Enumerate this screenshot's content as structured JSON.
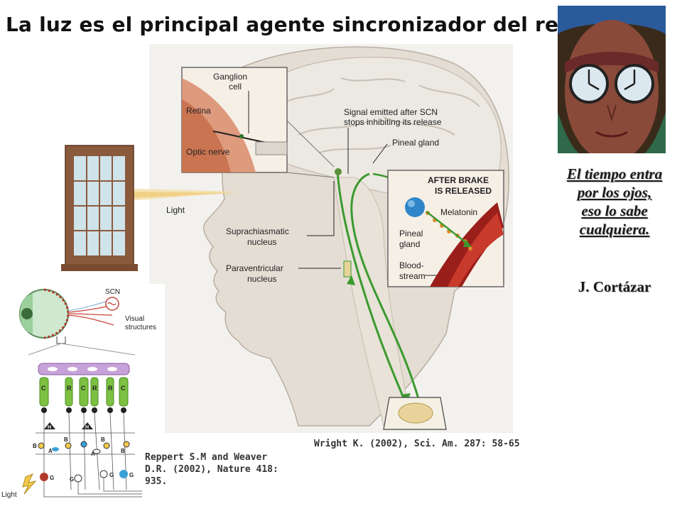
{
  "slide": {
    "title": "La luz es el principal agente sincronizador del reloj",
    "quote_lines": [
      "El tiempo entra",
      "por los ojos,",
      "eso lo sabe",
      "cualquiera."
    ],
    "author": "J. Cortázar",
    "citation_wright": "Wright K. (2002), Sci. Am. 287: 58-65",
    "citation_reppert_lines": [
      "Reppert S.M and Weaver",
      "D.R. (2002), Nature 418:",
      "935."
    ]
  },
  "brain_labels": {
    "ganglion_cell_1": "Ganglion",
    "ganglion_cell_2": "cell",
    "retina": "Retina",
    "optic_nerve": "Optic nerve",
    "signal_1": "Signal emitted after SCN",
    "signal_2": "stops inhibiting its release",
    "pineal_gland": "Pineal gland",
    "after_brake_1": "AFTER BRAKE",
    "after_brake_2": "IS RELEASED",
    "melatonin": "Melatonin",
    "pineal_1": "Pineal",
    "pineal_2": "gland",
    "blood_1": "Blood-",
    "blood_2": "stream",
    "light": "Light",
    "scn_1": "Suprachiasmatic",
    "scn_2": "nucleus",
    "pvn_1": "Paraventricular",
    "pvn_2": "nucleus"
  },
  "eye_labels": {
    "scn": "SCN",
    "visual_1": "Visual",
    "visual_2": "structures",
    "light": "Light"
  },
  "cell_letters": {
    "c": "C",
    "r": "R",
    "h": "H",
    "b": "B",
    "a": "A",
    "g": "G"
  },
  "colors": {
    "accent_green": "#3a9a2e",
    "skin": "#e2d9cf",
    "brain": "#ece8e2",
    "blood": "#9a1f1a"
  }
}
